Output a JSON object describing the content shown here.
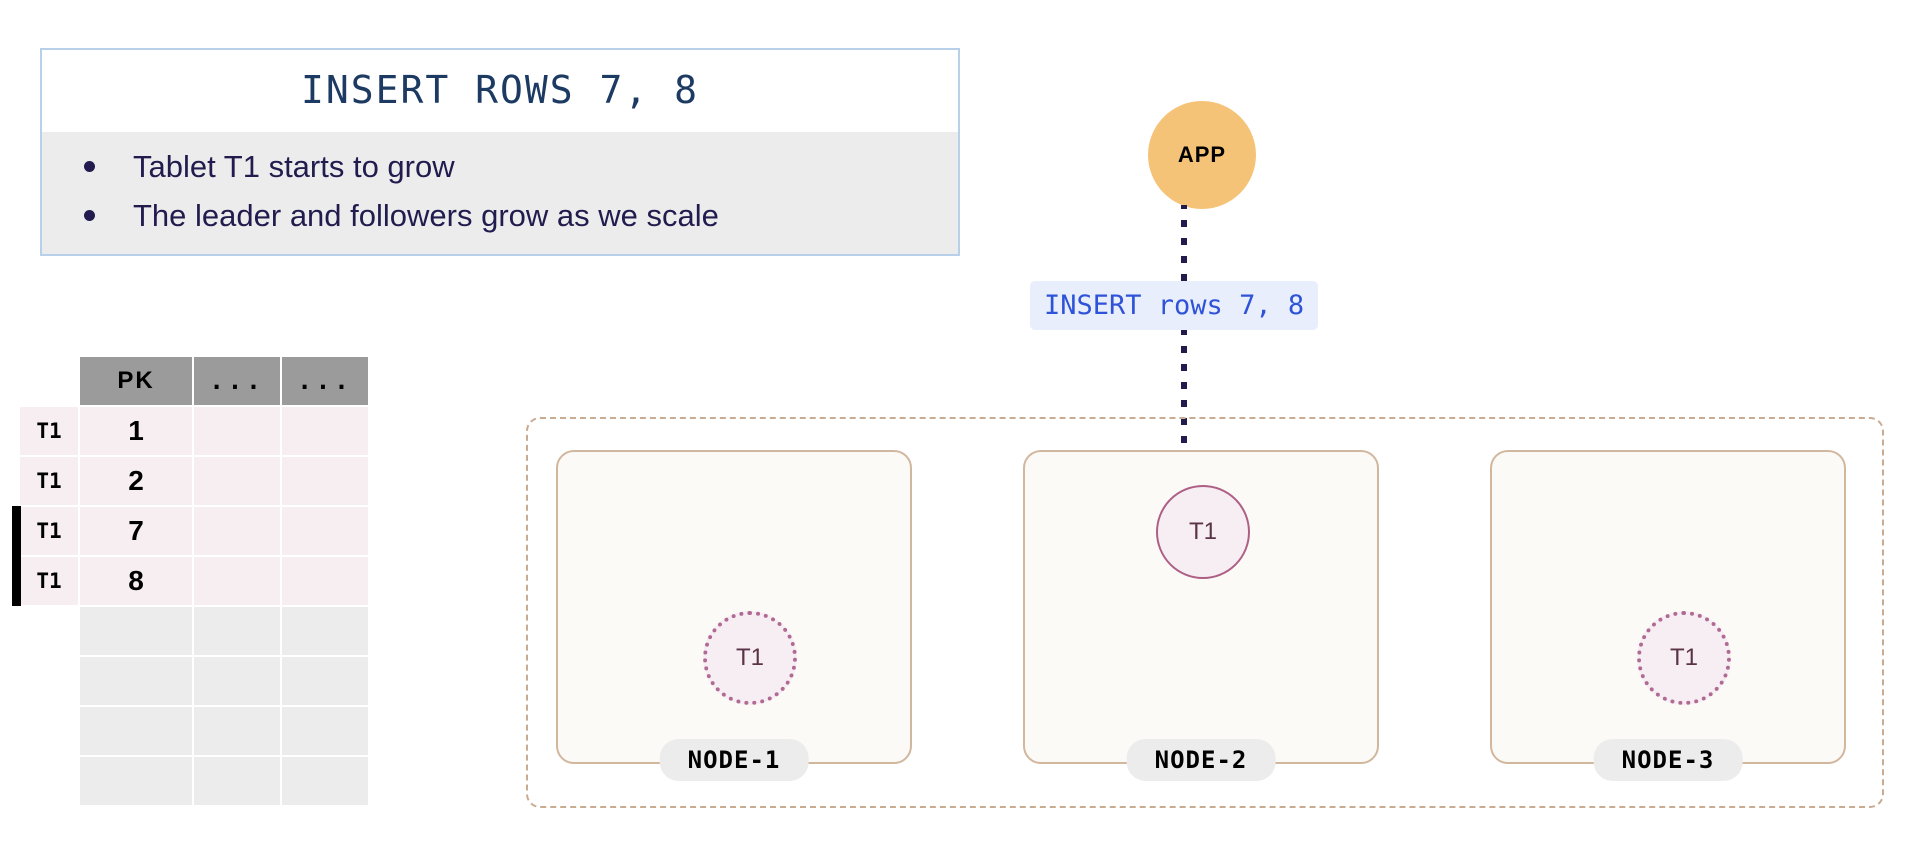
{
  "callout": {
    "title": "INSERT ROWS 7, 8",
    "bullets": [
      "Tablet T1 starts to grow",
      "The leader and followers grow as we scale"
    ]
  },
  "table": {
    "headers": [
      "PK",
      "...",
      "..."
    ],
    "rows": [
      {
        "tablet": "T1",
        "pk": "1",
        "marked": false
      },
      {
        "tablet": "T1",
        "pk": "2",
        "marked": false
      },
      {
        "tablet": "T1",
        "pk": "7",
        "marked": true
      },
      {
        "tablet": "T1",
        "pk": "8",
        "marked": true
      }
    ],
    "empty_row_count": 4
  },
  "app": {
    "label": "APP"
  },
  "query": {
    "label": "INSERT rows 7, 8"
  },
  "cluster": {
    "nodes": [
      {
        "name": "NODE-1",
        "tablet": "T1",
        "role": "follower"
      },
      {
        "name": "NODE-2",
        "tablet": "T1",
        "role": "leader"
      },
      {
        "name": "NODE-3",
        "tablet": "T1",
        "role": "follower"
      }
    ]
  },
  "colors": {
    "app_fill": "#f5c377",
    "callout_border": "#b8d0ea",
    "callout_body": "#ececec",
    "title_text": "#1d3a63",
    "bullet_text": "#221c4e",
    "query_text": "#2f53d8",
    "query_bg": "#e8eefb",
    "table_header": "#9b9b9b",
    "table_row": "#f6eef1",
    "table_empty": "#ececec",
    "node_border": "#d2b79f",
    "node_fill": "#fcfaf6",
    "cluster_border": "#c9ab92",
    "tablet_leader_border": "#ad5f86",
    "tablet_follower_border": "#b06a93",
    "tablet_fill": "#f6eef3",
    "arrow": "#221c4e"
  }
}
